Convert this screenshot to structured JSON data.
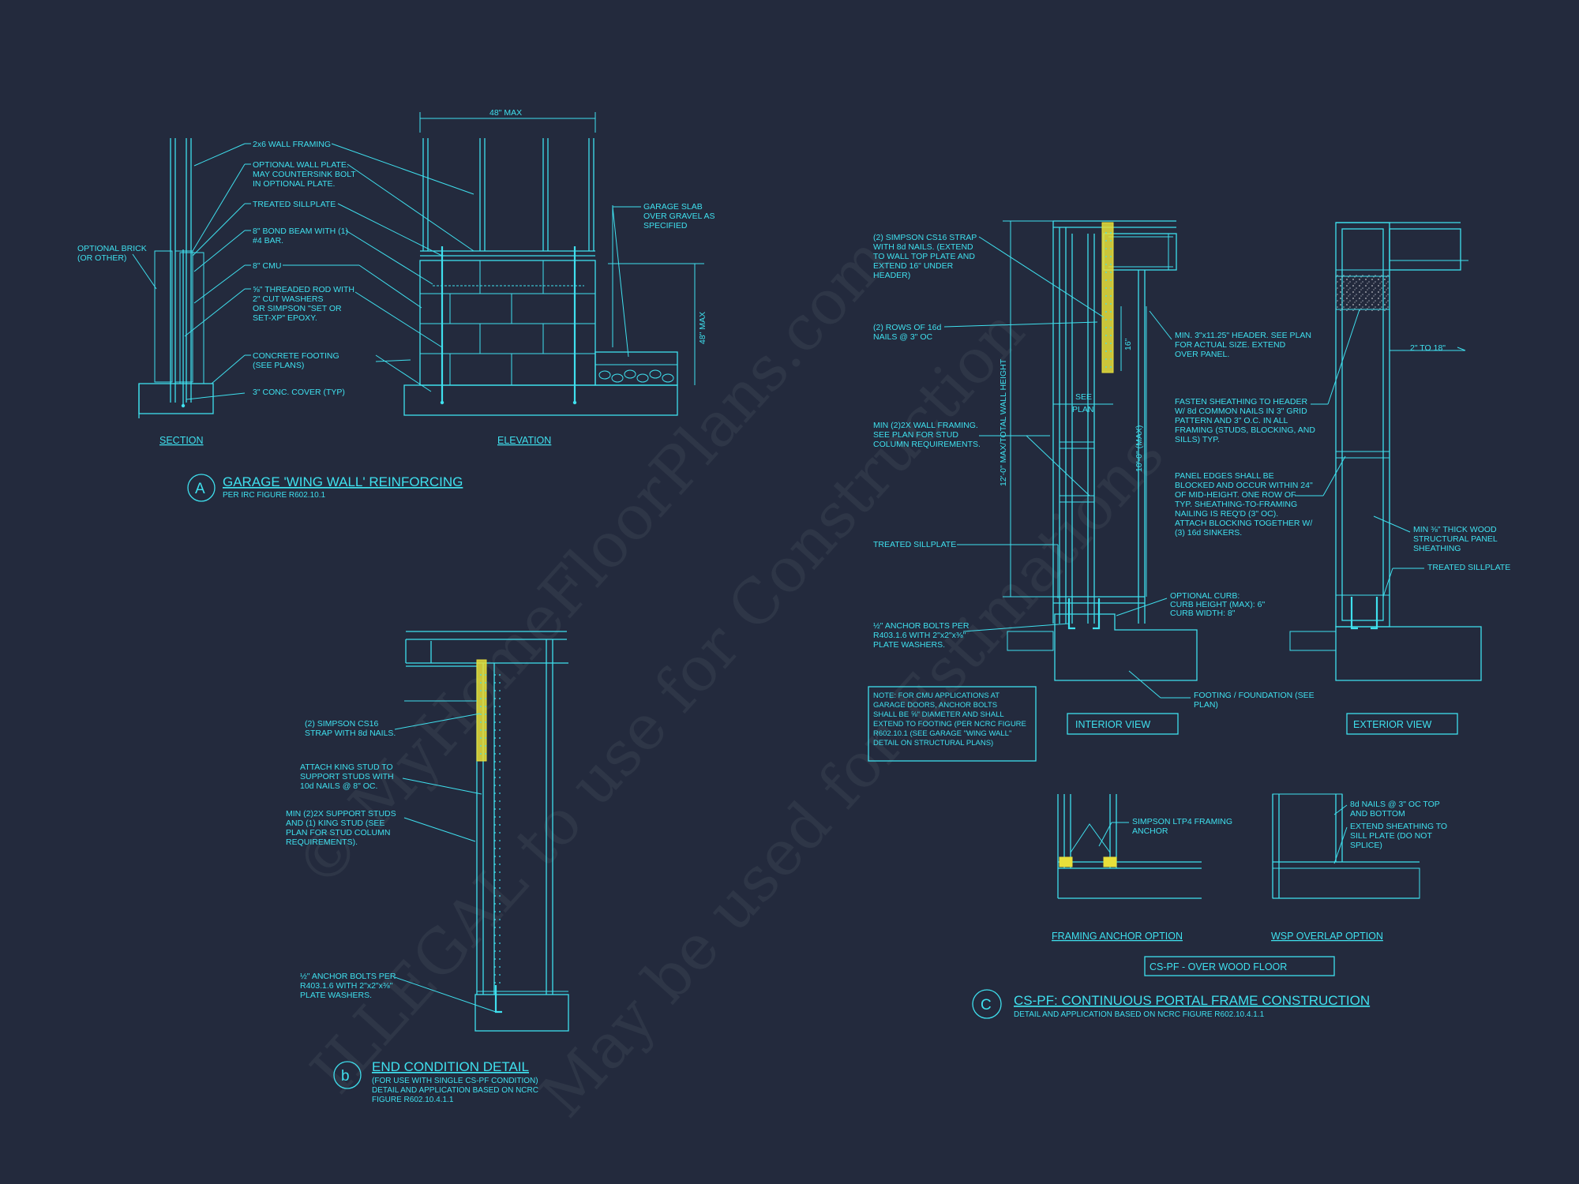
{
  "watermark": {
    "line1": "© MyHomeFloorPlans.com",
    "line2": "ILLEGAL to use for Construction",
    "line3": "May be used for Estimations"
  },
  "detail_a": {
    "tag": "A",
    "title": "GARAGE 'WING WALL' REINFORCING",
    "subtitle": "PER IRC FIGURE R602.10.1",
    "section_caption": "SECTION",
    "elevation_caption": "ELEVATION",
    "dim_width": "48\" MAX",
    "dim_height": "48\" MAX",
    "labels": {
      "wall_framing": "2x6 WALL FRAMING",
      "wall_plate_1": "OPTIONAL WALL PLATE.",
      "wall_plate_2": "MAY COUNTERSINK BOLT",
      "wall_plate_3": "IN OPTIONAL PLATE.",
      "sillplate": "TREATED SILLPLATE",
      "bond_beam_1": "8\" BOND BEAM WITH (1)",
      "bond_beam_2": "#4 BAR.",
      "cmu": "8\" CMU",
      "rod_1": "⅝\" THREADED ROD WITH",
      "rod_2": "2\" CUT WASHERS",
      "rod_3": "OR SIMPSON \"SET OR",
      "rod_4": "SET-XP\" EPOXY.",
      "footing_1": "CONCRETE FOOTING",
      "footing_2": "(SEE PLANS)",
      "cover": "3\" CONC. COVER (TYP)",
      "brick_1": "OPTIONAL BRICK",
      "brick_2": "(OR OTHER)",
      "slab_1": "GARAGE SLAB",
      "slab_2": "OVER GRAVEL AS",
      "slab_3": "SPECIFIED"
    }
  },
  "detail_b": {
    "tag": "b",
    "title": "END CONDITION DETAIL",
    "sub_1": "(FOR USE WITH SINGLE CS-PF CONDITION)",
    "sub_2": "DETAIL AND APPLICATION BASED ON NCRC",
    "sub_3": "FIGURE R602.10.4.1.1",
    "labels": {
      "strap_1": "(2) SIMPSON CS16",
      "strap_2": "STRAP WITH 8d NAILS.",
      "king_1": "ATTACH KING STUD TO",
      "king_2": "SUPPORT STUDS WITH",
      "king_3": "10d NAILS @ 8\" OC.",
      "support_1": "MIN (2)2X SUPPORT STUDS",
      "support_2": "AND (1) KING STUD (SEE",
      "support_3": "PLAN FOR STUD COLUMN",
      "support_4": "REQUIREMENTS).",
      "anchor_1": "½\" ANCHOR BOLTS PER",
      "anchor_2": "R403.1.6 WITH 2\"x2\"x⅜\"",
      "anchor_3": "PLATE WASHERS."
    }
  },
  "detail_c": {
    "tag": "C",
    "title": "CS-PF: CONTINUOUS PORTAL FRAME CONSTRUCTION",
    "subtitle": "DETAIL AND APPLICATION BASED ON NCRC FIGURE R602.10.4.1.1",
    "interior_view": "INTERIOR VIEW",
    "exterior_view": "EXTERIOR VIEW",
    "framing_anchor_option": "FRAMING ANCHOR OPTION",
    "wsp_overlap_option": "WSP OVERLAP OPTION",
    "over_wood_floor": "CS-PF - OVER WOOD FLOOR",
    "dim_total_height": "12'-0\" MAX/TOTAL WALL HEIGHT",
    "dim_panel_height": "10'-0\" (MAX)",
    "dim_16": "16\"",
    "dim_see_plan_1": "SEE",
    "dim_see_plan_2": "PLAN",
    "dim_2_to_18": "2\" TO 18\"",
    "labels": {
      "strap_1": "(2) SIMPSON CS16 STRAP",
      "strap_2": "WITH 8d NAILS. (EXTEND",
      "strap_3": "TO WALL TOP PLATE AND",
      "strap_4": "EXTEND 16\" UNDER",
      "strap_5": "HEADER)",
      "rows_1": "(2) ROWS OF 16d",
      "rows_2": "NAILS @ 3\" OC",
      "framing_1": "MIN (2)2X WALL FRAMING.",
      "framing_2": "SEE PLAN FOR STUD",
      "framing_3": "COLUMN REQUIREMENTS.",
      "sillplate": "TREATED SILLPLATE",
      "anchor_1": "½\" ANCHOR BOLTS PER",
      "anchor_2": "R403.1.6 WITH 2\"x2\"x⅜\"",
      "anchor_3": "PLATE WASHERS.",
      "header_1": "MIN. 3\"x11.25\" HEADER. SEE PLAN",
      "header_2": "FOR ACTUAL SIZE. EXTEND",
      "header_3": "OVER PANEL.",
      "fasten_1": "FASTEN SHEATHING TO HEADER",
      "fasten_2": "W/ 8d COMMON NAILS IN 3\" GRID",
      "fasten_3": "PATTERN AND 3\" O.C. IN ALL",
      "fasten_4": "FRAMING (STUDS, BLOCKING, AND",
      "fasten_5": "SILLS) TYP.",
      "panel_1": "PANEL EDGES SHALL BE",
      "panel_2": "BLOCKED AND OCCUR WITHIN 24\"",
      "panel_3": "OF MID-HEIGHT.  ONE ROW OF",
      "panel_4": "TYP. SHEATHING-TO-FRAMING",
      "panel_5": "NAILING IS REQ'D (3\" OC).",
      "panel_6": "ATTACH BLOCKING TOGETHER W/",
      "panel_7": "(3) 16d SINKERS.",
      "curb_1": "OPTIONAL CURB:",
      "curb_2": "CURB HEIGHT (MAX): 6\"",
      "curb_3": "CURB WIDTH: 8\"",
      "footing_1": "FOOTING / FOUNDATION (SEE",
      "footing_2": "PLAN)",
      "wsp_1": "MIN ⅜\" THICK WOOD",
      "wsp_2": "STRUCTURAL PANEL",
      "wsp_3": "SHEATHING",
      "ext_sillplate": "TREATED SILLPLATE",
      "note_1": "NOTE: FOR CMU APPLICATIONS AT",
      "note_2": "GARAGE DOORS, ANCHOR BOLTS",
      "note_3": "SHALL BE ⅝\" DIAMETER AND SHALL",
      "note_4": "EXTEND TO FOOTING (PER NCRC FIGURE",
      "note_5": "R602.10.1 (SEE GARAGE \"WING WALL\"",
      "note_6": "DETAIL ON STRUCTURAL PLANS)",
      "ltp4_1": "SIMPSON LTP4 FRAMING",
      "ltp4_2": "ANCHOR",
      "nails8d_1": "8d NAILS @ 3\" OC TOP",
      "nails8d_2": "AND BOTTOM",
      "extend_1": "EXTEND SHEATHING TO",
      "extend_2": "SILL PLATE (DO NOT",
      "extend_3": "SPLICE)"
    }
  },
  "colors": {
    "background": "#232a3d",
    "linework": "#3fe0ee",
    "strap_highlight": "#e8e03a",
    "watermark": "#c9cedb"
  }
}
